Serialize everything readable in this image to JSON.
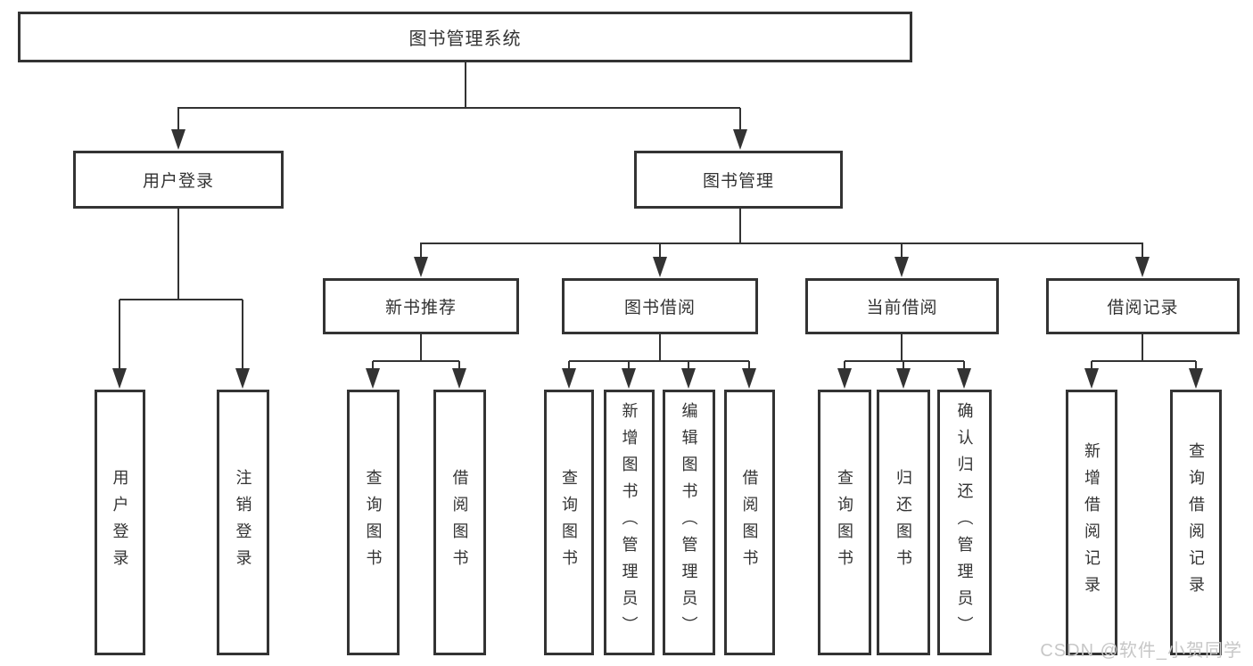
{
  "diagram": {
    "root": {
      "label": "图书管理系统"
    },
    "level2": [
      {
        "label": "用户登录"
      },
      {
        "label": "图书管理"
      }
    ],
    "level3": [
      {
        "label": "新书推荐"
      },
      {
        "label": "图书借阅"
      },
      {
        "label": "当前借阅"
      },
      {
        "label": "借阅记录"
      }
    ],
    "leaves": {
      "userLogin": [
        "用户登录",
        "注销登录"
      ],
      "newBookRec": [
        "查询图书",
        "借阅图书"
      ],
      "bookBorrow": [
        "查询图书",
        "新增图书（管理员）",
        "编辑图书（管理员）",
        "借阅图书"
      ],
      "currentBorrow": [
        "查询图书",
        "归还图书",
        "确认归还（管理员）"
      ],
      "borrowRecords": [
        "新增借阅记录",
        "查询借阅记录"
      ]
    }
  },
  "watermark": "CSDN @软件_小贺同学",
  "colors": {
    "line": "#333333",
    "box_border": "#333333",
    "text": "#333333",
    "watermark_text": "#c7c7c7",
    "background": "#ffffff"
  }
}
